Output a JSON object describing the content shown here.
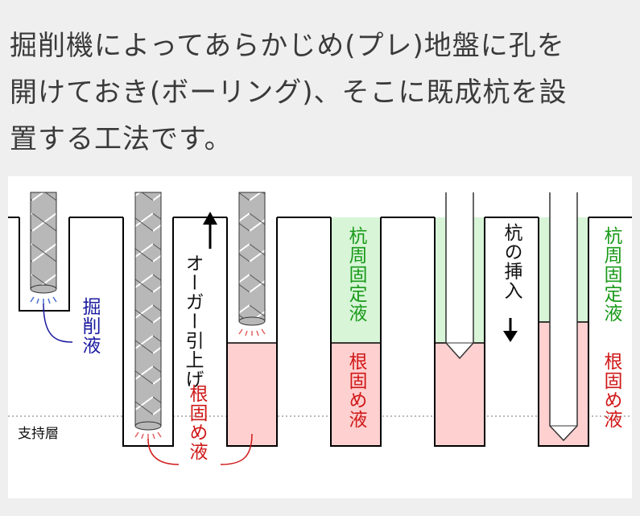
{
  "caption": {
    "lines": [
      "掘削機によってあらかじめ(プレ)地盤に孔を",
      "開けておき(ボーリング)、そこに既成杭を設",
      "置する工法です。"
    ]
  },
  "diagram": {
    "labels": {
      "drilling_fluid": "掘削液",
      "auger_lift": "オーガー引上げ",
      "root_fluid": "根固め液",
      "pile_fix_fluid_1": "杭周固定液",
      "root_fluid_2": "根固め液",
      "pile_insert": "杭の挿入",
      "pile_fix_fluid_2": "杭周固定液",
      "root_fluid_3": "根固め液",
      "support_layer": "支持層"
    },
    "colors": {
      "drilling_fluid_text": "#1a1aa0",
      "root_fluid_text": "#d01818",
      "pile_fix_text": "#1a9a1a",
      "root_fluid_fill": "#ffd0d0",
      "pile_fix_fill": "#d8f5d8",
      "auger_fill": "#b8b8b8"
    }
  }
}
